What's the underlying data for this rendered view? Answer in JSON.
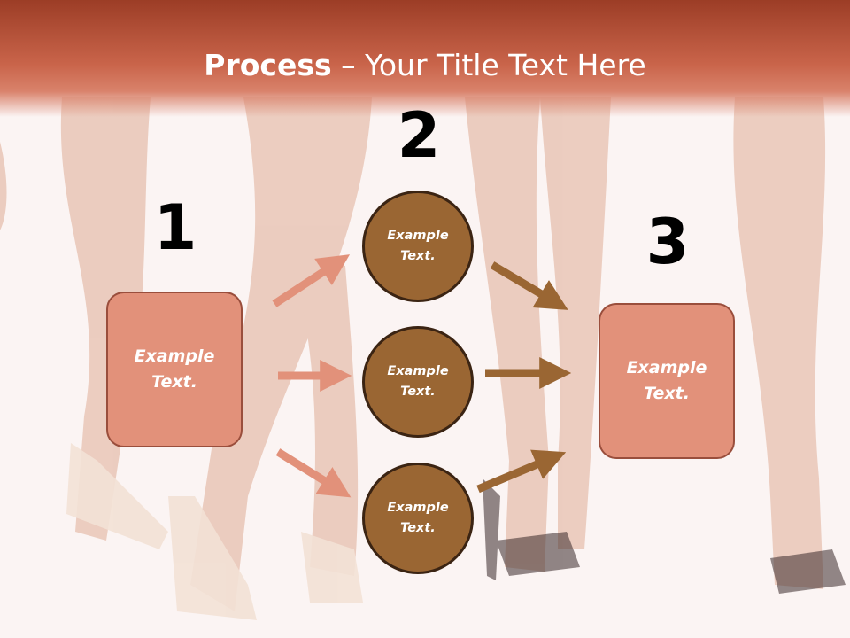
{
  "slide": {
    "title_bold": "Process",
    "title_rest": " – Your Title Text Here",
    "numbers": [
      "1",
      "2",
      "3"
    ],
    "left_box": "Example Text.",
    "circles": [
      "Example Text.",
      "Example Text.",
      "Example Text."
    ],
    "right_box": "Example Text."
  },
  "colors": {
    "header": "#c9644a",
    "box_fill": "#e2917a",
    "circle_fill": "#9a6633",
    "arrow_left": "#e2917a",
    "arrow_right": "#9a6633"
  },
  "icons": [
    "arrow-icon"
  ]
}
